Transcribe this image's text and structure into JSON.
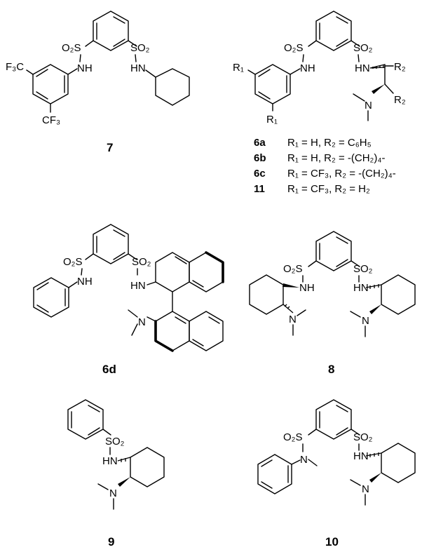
{
  "compounds": [
    {
      "id": "7",
      "atoms": {
        "so2_left": "O₂S",
        "nh_left": "NH",
        "so2_right": "SO₂",
        "nh_right": "HN",
        "cf3_top": "F₃C",
        "cf3_bottom": "CF₃"
      }
    },
    {
      "id": "6",
      "atoms": {
        "so2_left": "O₂S",
        "nh_left": "NH",
        "so2_right": "SO₂",
        "nh_right": "HN",
        "r1_top": "R₁",
        "r1_bottom": "R₁",
        "r2_top": "R₂",
        "r2_bottom": "R₂",
        "n": "N"
      },
      "variants": [
        {
          "id": "6a",
          "text": "R₁ = H, R₂ = C₆H₅"
        },
        {
          "id": "6b",
          "text": "R₁ = H, R₂ = -(CH₂)₄-"
        },
        {
          "id": "6c",
          "text": "R₁ = CF₃, R₂ = -(CH₂)₄-"
        },
        {
          "id": "11",
          "text": "R₁ = CF₃, R₂ = H₂"
        }
      ]
    },
    {
      "id": "6d",
      "atoms": {
        "so2_left": "O₂S",
        "nh_left": "NH",
        "so2_right": "SO₂",
        "nh_right": "HN",
        "n": "N"
      }
    },
    {
      "id": "8",
      "atoms": {
        "so2_left": "O₂S",
        "nh_left": "NH",
        "so2_right": "SO₂",
        "nh_right": "HN",
        "n_left": "N",
        "n_right": "N"
      }
    },
    {
      "id": "9",
      "atoms": {
        "so2": "SO₂",
        "nh": "HN",
        "n": "N"
      }
    },
    {
      "id": "10",
      "atoms": {
        "so2_left": "O₂S",
        "n_methyl": "N",
        "so2_right": "SO₂",
        "nh_right": "HN",
        "n": "N"
      }
    }
  ]
}
